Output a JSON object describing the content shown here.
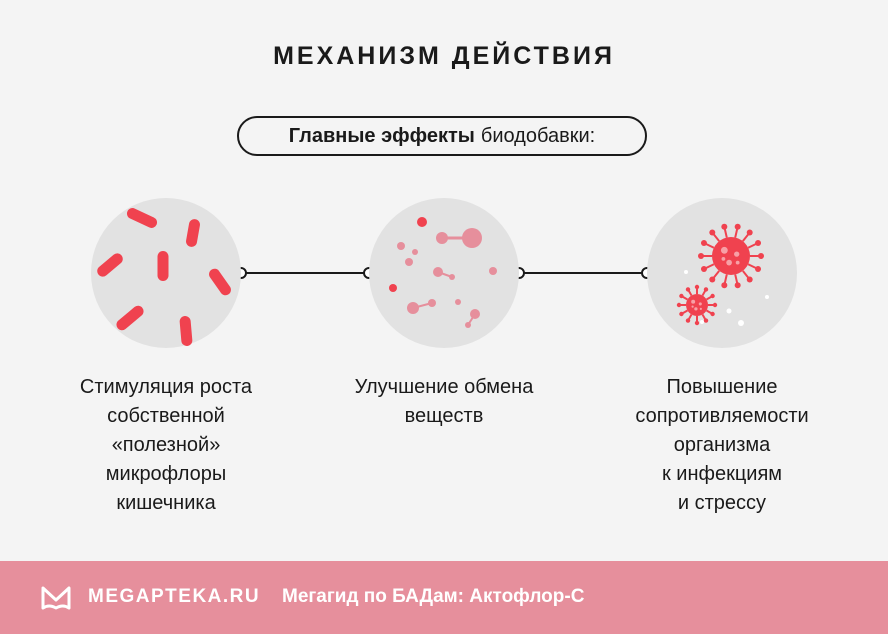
{
  "header": {
    "title": "МЕХАНИЗМ ДЕЙСТВИЯ",
    "subtitle_bold": "Главные эффекты",
    "subtitle_rest": "биодобавки:"
  },
  "effects": [
    {
      "icon": "rod-bacteria-icon",
      "lines": [
        "Стимуляция роста",
        "собственной",
        "«полезной»",
        "микрофлоры",
        "кишечника"
      ]
    },
    {
      "icon": "molecules-icon",
      "lines": [
        "Улучшение обмена",
        "веществ"
      ]
    },
    {
      "icon": "virus-icon",
      "lines": [
        "Повышение",
        "сопротивляемости",
        "организма",
        "к инфекциям",
        "и стрессу"
      ]
    }
  ],
  "colors": {
    "accent_red": "#f0424f",
    "accent_pink": "#e68f9c",
    "circle_bg": "#e2e2e2",
    "footer_bg": "#e68f9c"
  },
  "footer": {
    "logo_icon": "megapteka-logo-icon",
    "brand": "MEGAPTEKA.RU",
    "text": "Мегагид по БАДам: Актофлор-С"
  }
}
